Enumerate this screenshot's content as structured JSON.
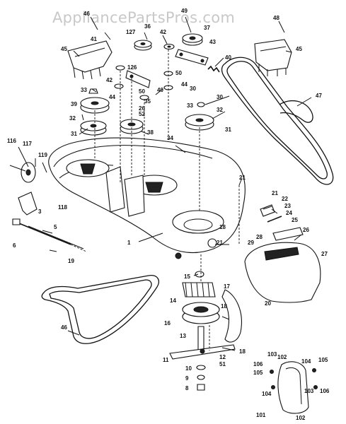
{
  "watermark": "AppliancePartsPros.com",
  "labels": [
    {
      "id": "46a",
      "text": "46"
    },
    {
      "id": "41",
      "text": "41"
    },
    {
      "id": "45a",
      "text": "45"
    },
    {
      "id": "36",
      "text": "36"
    },
    {
      "id": "127",
      "text": "127"
    },
    {
      "id": "42a",
      "text": "42"
    },
    {
      "id": "49",
      "text": "49"
    },
    {
      "id": "37",
      "text": "37"
    },
    {
      "id": "48",
      "text": "48"
    },
    {
      "id": "45b",
      "text": "45"
    },
    {
      "id": "43",
      "text": "43"
    },
    {
      "id": "40a",
      "text": "40"
    },
    {
      "id": "126",
      "text": "126"
    },
    {
      "id": "42b",
      "text": "42"
    },
    {
      "id": "50a",
      "text": "50"
    },
    {
      "id": "50b",
      "text": "50"
    },
    {
      "id": "33a",
      "text": "33"
    },
    {
      "id": "44a",
      "text": "44"
    },
    {
      "id": "44b",
      "text": "44"
    },
    {
      "id": "40b",
      "text": "40"
    },
    {
      "id": "30a",
      "text": "30"
    },
    {
      "id": "30b",
      "text": "30"
    },
    {
      "id": "47",
      "text": "47"
    },
    {
      "id": "35",
      "text": "35"
    },
    {
      "id": "39",
      "text": "39"
    },
    {
      "id": "26a",
      "text": "26"
    },
    {
      "id": "52",
      "text": "52"
    },
    {
      "id": "33b",
      "text": "33"
    },
    {
      "id": "32a",
      "text": "32"
    },
    {
      "id": "32b",
      "text": "32"
    },
    {
      "id": "31a",
      "text": "31"
    },
    {
      "id": "38",
      "text": "38"
    },
    {
      "id": "31b",
      "text": "31"
    },
    {
      "id": "34",
      "text": "34"
    },
    {
      "id": "116",
      "text": "116"
    },
    {
      "id": "117",
      "text": "117"
    },
    {
      "id": "119",
      "text": "119"
    },
    {
      "id": "21a",
      "text": "21"
    },
    {
      "id": "21b",
      "text": "21"
    },
    {
      "id": "22",
      "text": "22"
    },
    {
      "id": "23",
      "text": "23"
    },
    {
      "id": "24",
      "text": "24"
    },
    {
      "id": "25",
      "text": "25"
    },
    {
      "id": "26b",
      "text": "26"
    },
    {
      "id": "3",
      "text": "3"
    },
    {
      "id": "118",
      "text": "118"
    },
    {
      "id": "18a",
      "text": "18"
    },
    {
      "id": "29",
      "text": "29"
    },
    {
      "id": "28",
      "text": "28"
    },
    {
      "id": "27",
      "text": "27"
    },
    {
      "id": "5",
      "text": "5"
    },
    {
      "id": "6",
      "text": "6"
    },
    {
      "id": "1",
      "text": "1"
    },
    {
      "id": "21c",
      "text": "21"
    },
    {
      "id": "19",
      "text": "19"
    },
    {
      "id": "15",
      "text": "15"
    },
    {
      "id": "17",
      "text": "17"
    },
    {
      "id": "14",
      "text": "14"
    },
    {
      "id": "18b",
      "text": "18"
    },
    {
      "id": "20",
      "text": "20"
    },
    {
      "id": "46b",
      "text": "46"
    },
    {
      "id": "16",
      "text": "16"
    },
    {
      "id": "13",
      "text": "13"
    },
    {
      "id": "18c",
      "text": "18"
    },
    {
      "id": "11",
      "text": "11"
    },
    {
      "id": "12",
      "text": "12"
    },
    {
      "id": "51",
      "text": "51"
    },
    {
      "id": "10",
      "text": "10"
    },
    {
      "id": "9",
      "text": "9"
    },
    {
      "id": "8",
      "text": "8"
    },
    {
      "id": "103a",
      "text": "103"
    },
    {
      "id": "102a",
      "text": "102"
    },
    {
      "id": "106a",
      "text": "106"
    },
    {
      "id": "105a",
      "text": "105"
    },
    {
      "id": "104a",
      "text": "104"
    },
    {
      "id": "105b",
      "text": "105"
    },
    {
      "id": "104b",
      "text": "104"
    },
    {
      "id": "103b",
      "text": "103"
    },
    {
      "id": "106b",
      "text": "106"
    },
    {
      "id": "101",
      "text": "101"
    },
    {
      "id": "102b",
      "text": "102"
    }
  ]
}
